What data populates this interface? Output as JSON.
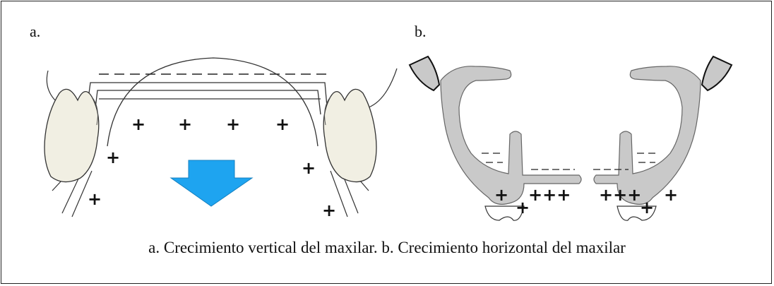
{
  "panel_a": {
    "label": "a."
  },
  "panel_b": {
    "label": "b."
  },
  "caption": "a. Crecimiento vertical del maxilar. b. Crecimiento horizontal del maxilar",
  "markers": {
    "plus": "+",
    "triple_plus": "+++"
  },
  "colors": {
    "tooth": "#f1efe3",
    "bone": "#c9c9c9",
    "arrow": "#1ea4f0",
    "line": "#222222"
  },
  "icons": {
    "growth_arrow": "down-arrow-icon"
  }
}
